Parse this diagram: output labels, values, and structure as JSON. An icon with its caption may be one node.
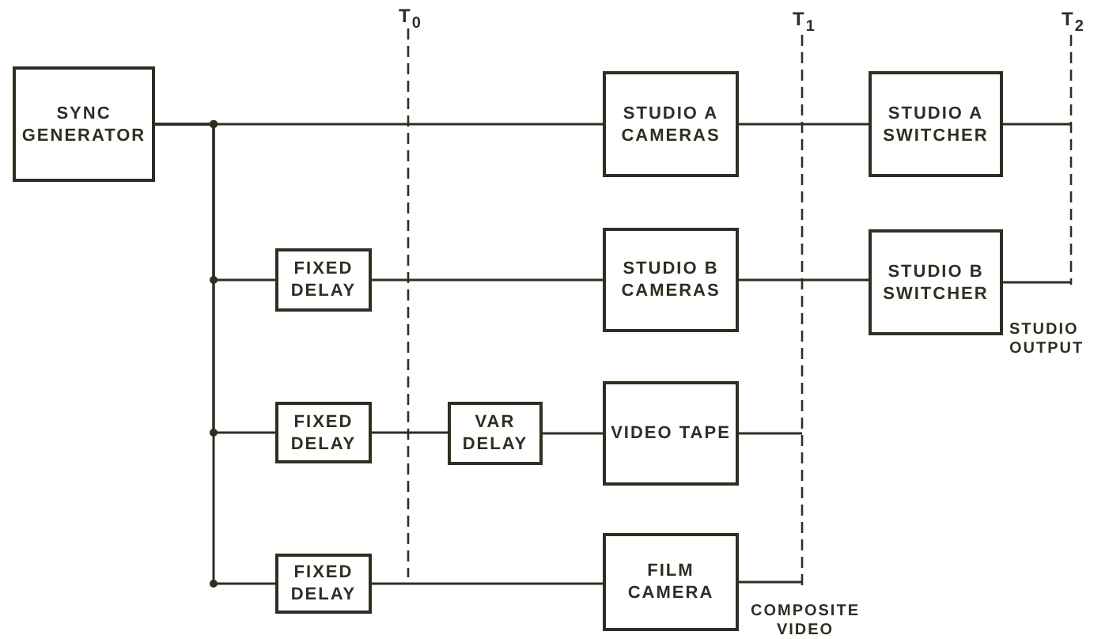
{
  "diagram": {
    "nodes": [
      {
        "text": [
          "SYNC GENERATOR"
        ]
      },
      {
        "text": [
          "FIXED DELAY"
        ]
      },
      {
        "text": [
          "FIXED DELAY"
        ]
      },
      {
        "text": [
          "VAR DELAY"
        ]
      },
      {
        "text": [
          "FIXED DELAY"
        ]
      },
      {
        "text": [
          "STUDIO A CAMERAS"
        ]
      },
      {
        "text": [
          "STUDIO B CAMERAS"
        ]
      },
      {
        "text": [
          "VIDEO TAPE"
        ]
      },
      {
        "text": [
          "FILM CAMERA"
        ]
      },
      {
        "text": [
          "STUDIO A SWITCHER"
        ]
      },
      {
        "text": [
          "STUDIO B SWITCHER"
        ]
      }
    ],
    "edges": [
      {
        "from": 0,
        "to": 5,
        "arrow": "none"
      },
      {
        "from": 0,
        "to": 1,
        "arrow": "none"
      },
      {
        "from": 0,
        "to": 2,
        "arrow": "none"
      },
      {
        "from": 0,
        "to": 4,
        "arrow": "none"
      },
      {
        "from": 1,
        "to": 6,
        "arrow": "none"
      },
      {
        "from": 2,
        "to": 3,
        "arrow": "none"
      },
      {
        "from": 3,
        "to": 7,
        "arrow": "none"
      },
      {
        "from": 4,
        "to": 8,
        "arrow": "none"
      },
      {
        "from": 5,
        "to": 9,
        "arrow": "none"
      },
      {
        "from": 6,
        "to": 10,
        "arrow": "none"
      },
      {
        "from": 9,
        "to": null,
        "arrow": "none"
      },
      {
        "from": 10,
        "to": null,
        "arrow": "none"
      },
      {
        "from": 7,
        "to": null,
        "arrow": "none"
      },
      {
        "from": 8,
        "to": null,
        "arrow": "none"
      }
    ],
    "labels": [
      "T$_{0}$",
      "T$_{1}$",
      "T$_{2}$",
      "STUDIO OUTPUT",
      "COMPOSITE VIDEO"
    ]
  }
}
